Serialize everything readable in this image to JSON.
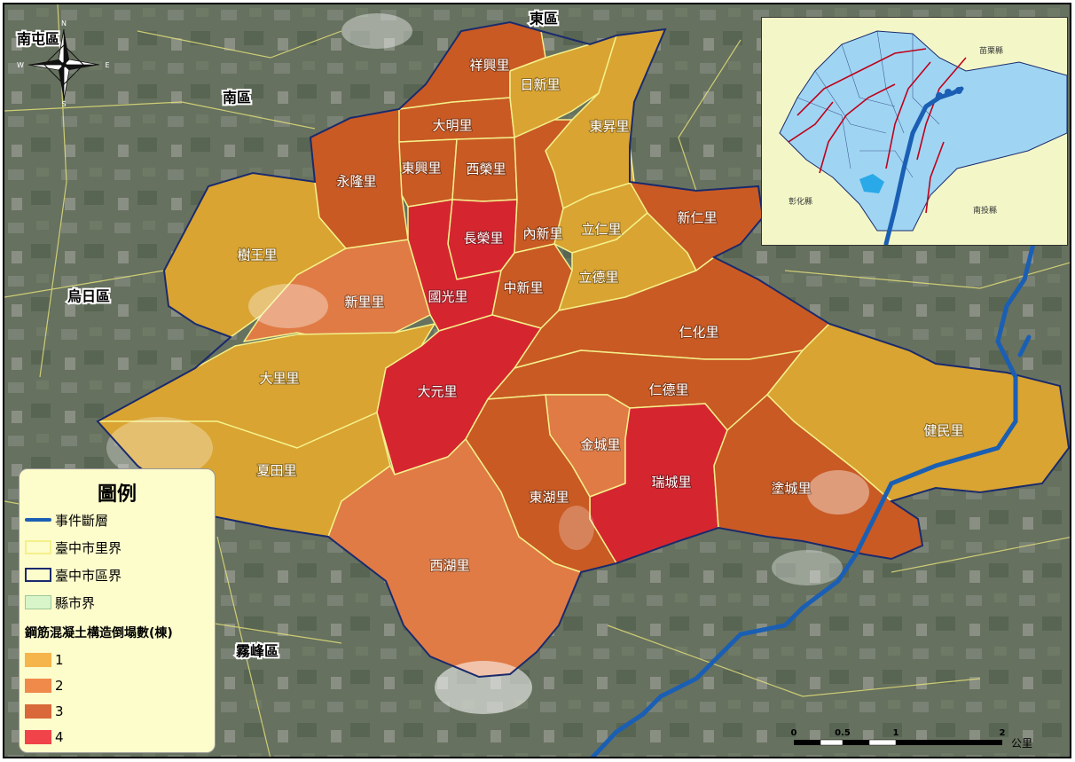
{
  "map": {
    "districts": [
      "東區",
      "南屯區",
      "南區",
      "烏日區",
      "霧峰區"
    ],
    "villages": [
      {
        "name": "祥興里",
        "rank": 3
      },
      {
        "name": "日新里",
        "rank": 1
      },
      {
        "name": "東昇里",
        "rank": 1
      },
      {
        "name": "大明里",
        "rank": 3
      },
      {
        "name": "東興里",
        "rank": 3
      },
      {
        "name": "西榮里",
        "rank": 3
      },
      {
        "name": "永隆里",
        "rank": 3
      },
      {
        "name": "長榮里",
        "rank": 4
      },
      {
        "name": "內新里",
        "rank": 3
      },
      {
        "name": "立仁里",
        "rank": 1
      },
      {
        "name": "新仁里",
        "rank": 3
      },
      {
        "name": "樹王里",
        "rank": 1
      },
      {
        "name": "新里里",
        "rank": 2
      },
      {
        "name": "國光里",
        "rank": 4
      },
      {
        "name": "中新里",
        "rank": 3
      },
      {
        "name": "立德里",
        "rank": 1
      },
      {
        "name": "仁化里",
        "rank": 3
      },
      {
        "name": "大里里",
        "rank": 1
      },
      {
        "name": "大元里",
        "rank": 4
      },
      {
        "name": "仁德里",
        "rank": 3
      },
      {
        "name": "健民里",
        "rank": 1
      },
      {
        "name": "夏田里",
        "rank": 1
      },
      {
        "name": "金城里",
        "rank": 2
      },
      {
        "name": "東湖里",
        "rank": 3
      },
      {
        "name": "瑞城里",
        "rank": 4
      },
      {
        "name": "塗城里",
        "rank": 3
      },
      {
        "name": "西湖里",
        "rank": 2
      }
    ]
  },
  "legend": {
    "title": "圖例",
    "fault": "事件斷層",
    "village_boundary": "臺中市里界",
    "district_boundary": "臺中市區界",
    "county_boundary": "縣市界",
    "subtitle": "鋼筋混凝土構造倒塌數(棟)",
    "classes": [
      {
        "label": "1",
        "color": "#f5b54a"
      },
      {
        "label": "2",
        "color": "#f08a4b"
      },
      {
        "label": "3",
        "color": "#d9693a"
      },
      {
        "label": "4",
        "color": "#f0434a"
      }
    ]
  },
  "inset": {
    "labels": [
      "苗栗縣",
      "彰化縣",
      "南投縣"
    ]
  },
  "scale": {
    "ticks": [
      "0",
      "0.5",
      "1",
      "2"
    ],
    "unit": "公里"
  },
  "compass": {
    "n": "N",
    "s": "S",
    "e": "E",
    "w": "W"
  },
  "colors": {
    "rank1": "#d9a431",
    "rank2": "#e07b45",
    "rank3": "#c95a24",
    "rank4": "#d52630",
    "fault": "#1a5fb4",
    "village_line": "#f4f08a",
    "district_line": "#1a2a6c"
  }
}
